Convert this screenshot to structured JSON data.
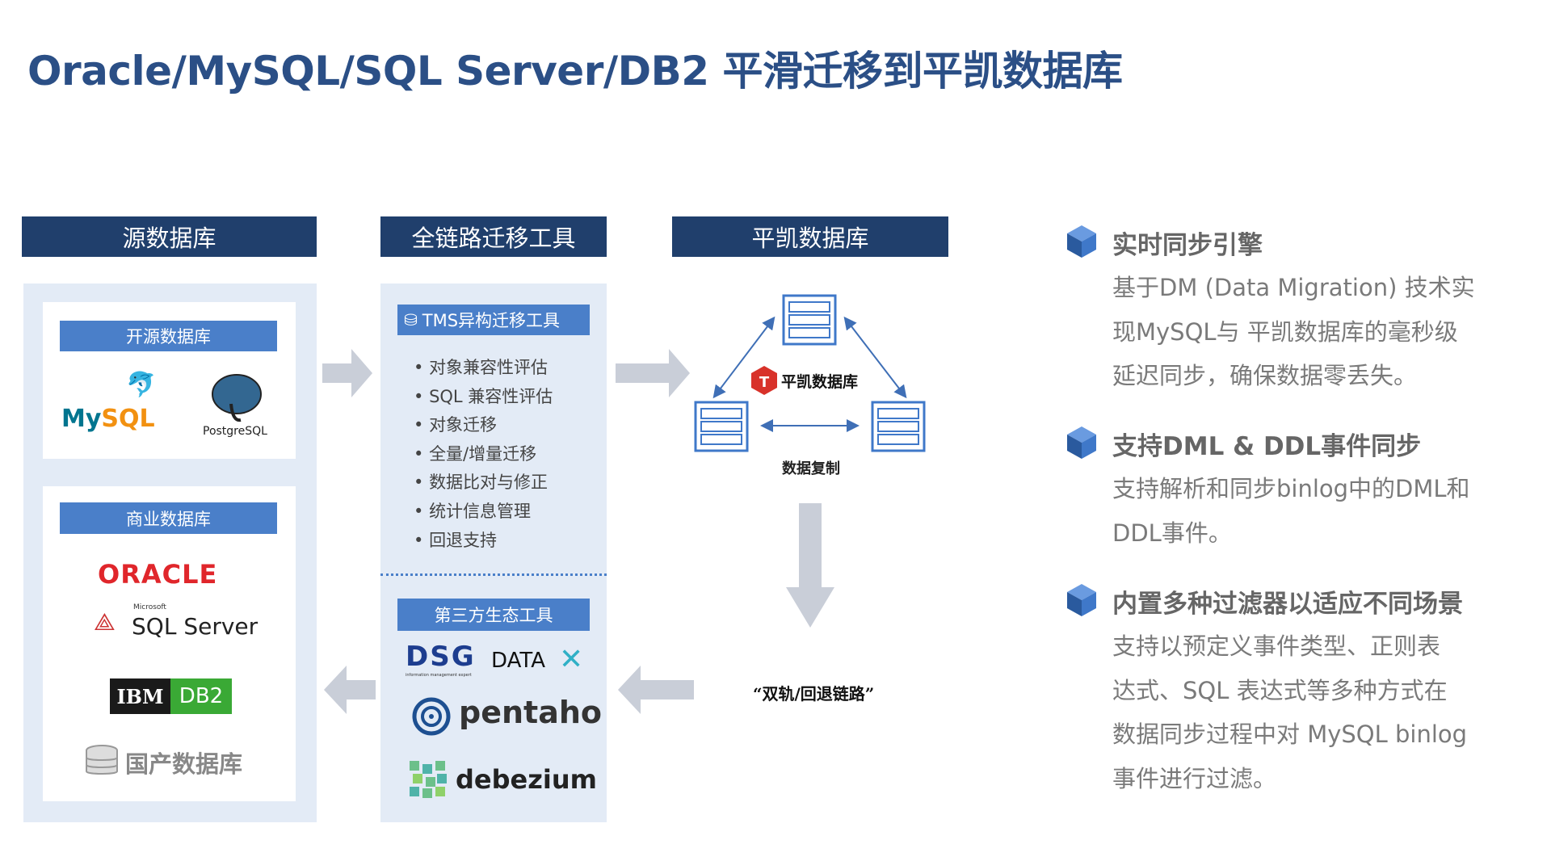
{
  "title": "Oracle/MySQL/SQL Server/DB2 平滑迁移到平凯数据库",
  "columns": {
    "source": "源数据库",
    "tools": "全链路迁移工具",
    "target": "平凯数据库"
  },
  "source": {
    "open_label": "开源数据库",
    "open_logos": [
      "MySQL",
      "PostgreSQL"
    ],
    "commercial_label": "商业数据库",
    "commercial_logos": {
      "oracle": "ORACLE",
      "mssql_small": "Microsoft",
      "mssql": "SQL Server",
      "ibm": "IBM",
      "db2": "DB2",
      "domestic": "国产数据库"
    }
  },
  "tools": {
    "tms_label": "TMS异构迁移工具",
    "features": [
      "对象兼容性评估",
      "SQL 兼容性评估",
      "对象迁移",
      "全量/增量迁移",
      "数据比对与修正",
      "统计信息管理",
      "回退支持"
    ],
    "third_party_label": "第三方生态工具",
    "third_party": {
      "dsg": "DSG",
      "dsg_sub": "information management expert",
      "datax": "DATA",
      "pentaho": "pentaho",
      "debezium": "debezium"
    }
  },
  "target": {
    "logo_text": "平凯数据库",
    "replication": "数据复制",
    "fallback": "“双轨/回退链路”"
  },
  "features": [
    {
      "heading": "实时同步引擎",
      "lines": [
        "基于DM (Data Migration) 技术实",
        "现MySQL与 平凯数据库的毫秒级",
        "延迟同步，确保数据零丢失。"
      ]
    },
    {
      "heading": "支持DML & DDL事件同步",
      "lines": [
        "支持解析和同步binlog中的DML和",
        "DDL事件。"
      ]
    },
    {
      "heading": "内置多种过滤器以适应不同场景",
      "lines": [
        "支持以预定义事件类型、正则表",
        "达式、SQL 表达式等多种方式在",
        "数据同步过程中对 MySQL binlog",
        "事件进行过滤。"
      ]
    }
  ],
  "colors": {
    "header": "#203f6c",
    "label": "#4a7fc9",
    "panel": "#e3ebf6",
    "arrow": "#c9ced8",
    "title": "#2b4f86"
  }
}
